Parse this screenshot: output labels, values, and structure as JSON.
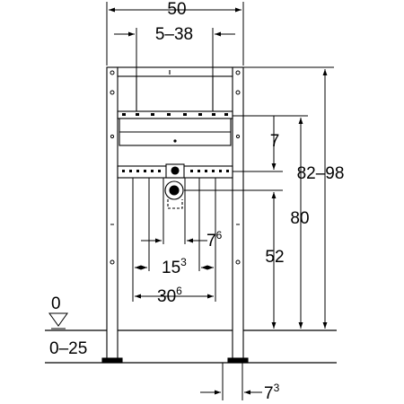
{
  "dimensions": {
    "overall_width": "50",
    "bracket_range": "5–38",
    "height_range": "82–98",
    "height_80": "80",
    "height_7": "7",
    "height_52": "52",
    "spacing_7": {
      "base": "7",
      "sup": "6"
    },
    "spacing_15": {
      "base": "15",
      "sup": "3"
    },
    "spacing_30": {
      "base": "30",
      "sup": "6"
    },
    "foot_offset": {
      "base": "7",
      "sup": "3"
    },
    "floor_level": "0",
    "floor_range": "0–25"
  }
}
